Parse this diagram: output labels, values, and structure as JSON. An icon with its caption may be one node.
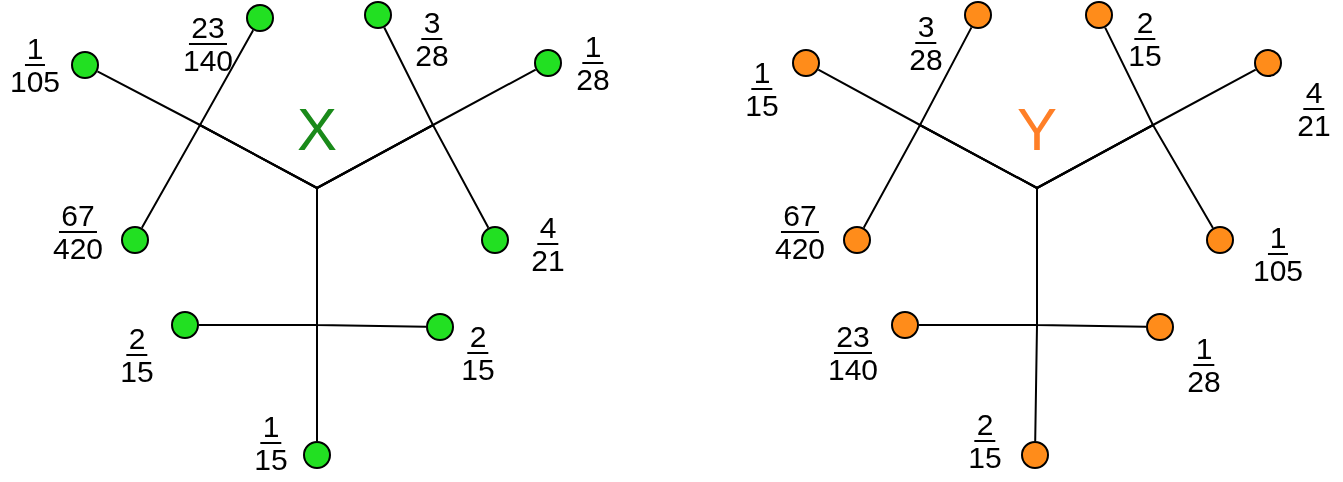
{
  "diagram": {
    "nodes": [
      {
        "text": [
          "X"
        ]
      },
      {
        "text": [],
        "shape": "circle",
        "beside": [
          "1",
          "105"
        ]
      },
      {
        "text": [],
        "shape": "circle",
        "beside": [
          "23",
          "140"
        ]
      },
      {
        "text": [],
        "shape": "circle",
        "beside": [
          "67",
          "420"
        ]
      },
      {
        "text": [],
        "shape": "circle",
        "beside": [
          "3",
          "28"
        ]
      },
      {
        "text": [],
        "shape": "circle",
        "beside": [
          "1",
          "28"
        ]
      },
      {
        "text": [],
        "shape": "circle",
        "beside": [
          "4",
          "21"
        ]
      },
      {
        "text": [],
        "shape": "circle",
        "beside": [
          "2",
          "15"
        ]
      },
      {
        "text": [],
        "shape": "circle",
        "beside": [
          "2",
          "15"
        ]
      },
      {
        "text": [],
        "shape": "circle",
        "beside": [
          "1",
          "15"
        ]
      },
      {
        "text": [
          "Y"
        ]
      },
      {
        "text": [],
        "shape": "circle",
        "beside": [
          "1",
          "15"
        ]
      },
      {
        "text": [],
        "shape": "circle",
        "beside": [
          "3",
          "28"
        ]
      },
      {
        "text": [],
        "shape": "circle",
        "beside": [
          "67",
          "420"
        ]
      },
      {
        "text": [],
        "shape": "circle",
        "beside": [
          "2",
          "15"
        ]
      },
      {
        "text": [],
        "shape": "circle",
        "beside": [
          "4",
          "21"
        ]
      },
      {
        "text": [],
        "shape": "circle",
        "beside": [
          "1",
          "105"
        ]
      },
      {
        "text": [],
        "shape": "circle",
        "beside": [
          "23",
          "140"
        ]
      },
      {
        "text": [],
        "shape": "circle",
        "beside": [
          "1",
          "28"
        ]
      },
      {
        "text": [],
        "shape": "circle",
        "beside": [
          "2",
          "15"
        ]
      }
    ],
    "edges": [
      {
        "from": 0,
        "to": 1,
        "arrow": "none"
      },
      {
        "from": 0,
        "to": 2,
        "arrow": "none"
      },
      {
        "from": 0,
        "to": 3,
        "arrow": "none"
      },
      {
        "from": 0,
        "to": 4,
        "arrow": "none"
      },
      {
        "from": 0,
        "to": 5,
        "arrow": "none"
      },
      {
        "from": 0,
        "to": 6,
        "arrow": "none"
      },
      {
        "from": 0,
        "to": 7,
        "arrow": "none"
      },
      {
        "from": 0,
        "to": 8,
        "arrow": "none"
      },
      {
        "from": 0,
        "to": 9,
        "arrow": "none"
      },
      {
        "from": 10,
        "to": 11,
        "arrow": "none"
      },
      {
        "from": 10,
        "to": 12,
        "arrow": "none"
      },
      {
        "from": 10,
        "to": 13,
        "arrow": "none"
      },
      {
        "from": 10,
        "to": 14,
        "arrow": "none"
      },
      {
        "from": 10,
        "to": 15,
        "arrow": "none"
      },
      {
        "from": 10,
        "to": 16,
        "arrow": "none"
      },
      {
        "from": 10,
        "to": 17,
        "arrow": "none"
      },
      {
        "from": 10,
        "to": 18,
        "arrow": "none"
      },
      {
        "from": 10,
        "to": 19,
        "arrow": "none"
      }
    ]
  }
}
